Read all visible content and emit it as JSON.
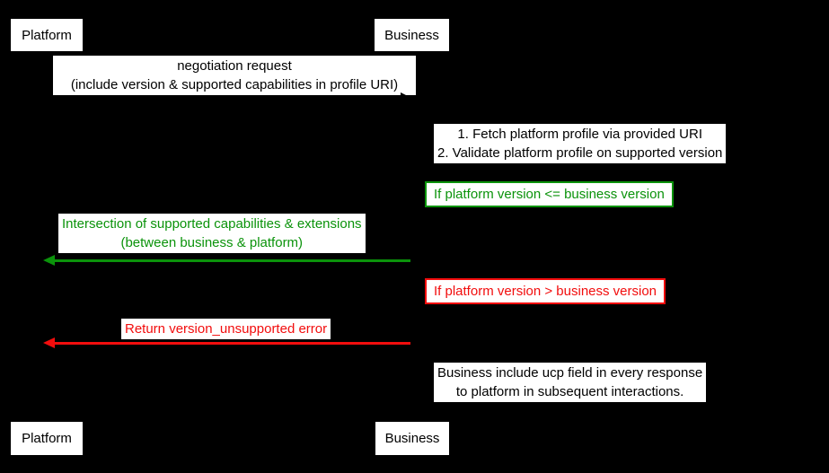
{
  "colors": {
    "bg": "#000000",
    "box-bg": "#ffffff",
    "text": "#000000",
    "green": "#0b930b",
    "red": "#f20d0d"
  },
  "diagram": {
    "participants": {
      "platform": "Platform",
      "business": "Business"
    },
    "negotiation_request": {
      "line1": "negotiation request",
      "line2": "(include version & supported capabilities in profile URI)"
    },
    "fetch_validate_note": {
      "line1": "1. Fetch platform profile via provided URI",
      "line2": "2. Validate platform profile on supported version"
    },
    "success_guard": "If platform version <= business version",
    "success_response": {
      "line1": "Intersection of supported capabilities & extensions",
      "line2": "(between business & platform)"
    },
    "failure_guard": "If platform version > business version",
    "failure_response": "Return version_unsupported error",
    "ucp_note": {
      "line1": "Business include ucp field in every response",
      "line2": "to platform in subsequent interactions."
    }
  }
}
